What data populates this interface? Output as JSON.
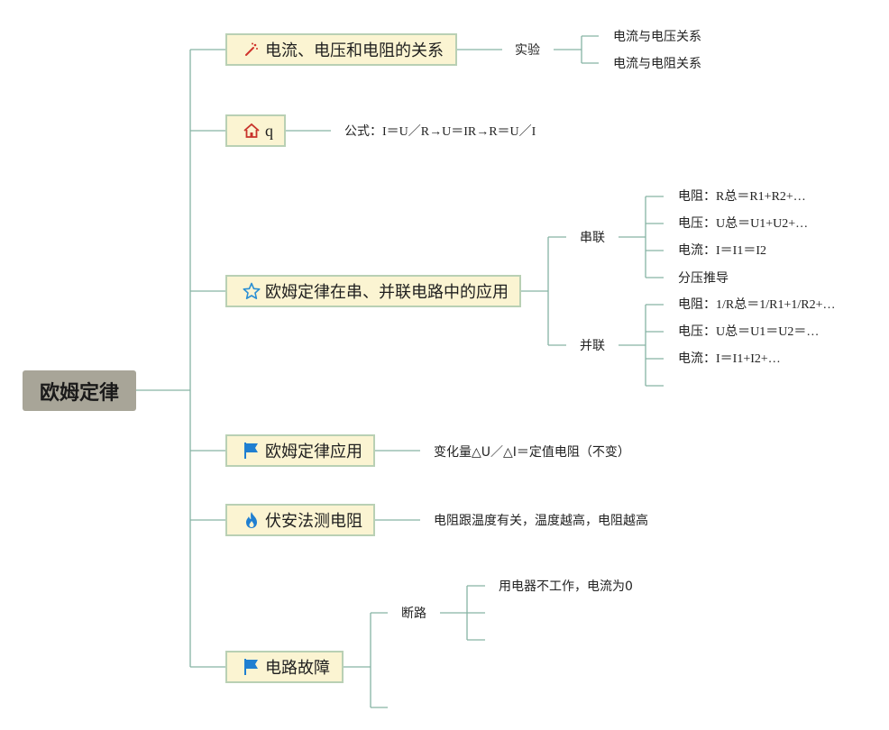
{
  "root": {
    "label": "欧姆定律"
  },
  "branches": [
    {
      "label": "电流、电压和电阻的关系",
      "icon": "magic-wand-icon"
    },
    {
      "label": "q",
      "icon": "home-icon"
    },
    {
      "label": "欧姆定律在串、并联电路中的应用",
      "icon": "star-icon"
    },
    {
      "label": "欧姆定律应用",
      "icon": "flag-icon"
    },
    {
      "label": "伏安法测电阻",
      "icon": "fire-icon"
    },
    {
      "label": "电路故障",
      "icon": "flag-icon"
    }
  ],
  "b1": {
    "child": "实验",
    "leaves": [
      "电流与电压关系",
      "电流与电阻关系"
    ]
  },
  "b2": {
    "child": "公式：I＝U／R→U＝IR→R＝U／I"
  },
  "b3": {
    "series": {
      "label": "串联",
      "leaves": [
        "电阻：R总＝R1+R2+…",
        "电压：U总＝U1+U2+…",
        "电流：I＝I1＝I2",
        "分压推导"
      ]
    },
    "parallel": {
      "label": "并联",
      "leaves": [
        "电阻：1/R总＝1/R1+1/R2+…",
        "电压：U总＝U1＝U2＝…",
        "电流：I＝I1+I2+…"
      ]
    }
  },
  "b4": {
    "child": "变化量△U／△I＝定值电阻（不变）"
  },
  "b5": {
    "child": "电阻跟温度有关，温度越高，电阻越高"
  },
  "b6": {
    "child": "断路",
    "leaves": [
      "用电器不工作，电流为0"
    ]
  },
  "colors": {
    "line": "#86b3a4",
    "branch_fill": "#fbf4d2",
    "branch_border": "#b9d0b4",
    "root_fill": "#a8a598"
  }
}
